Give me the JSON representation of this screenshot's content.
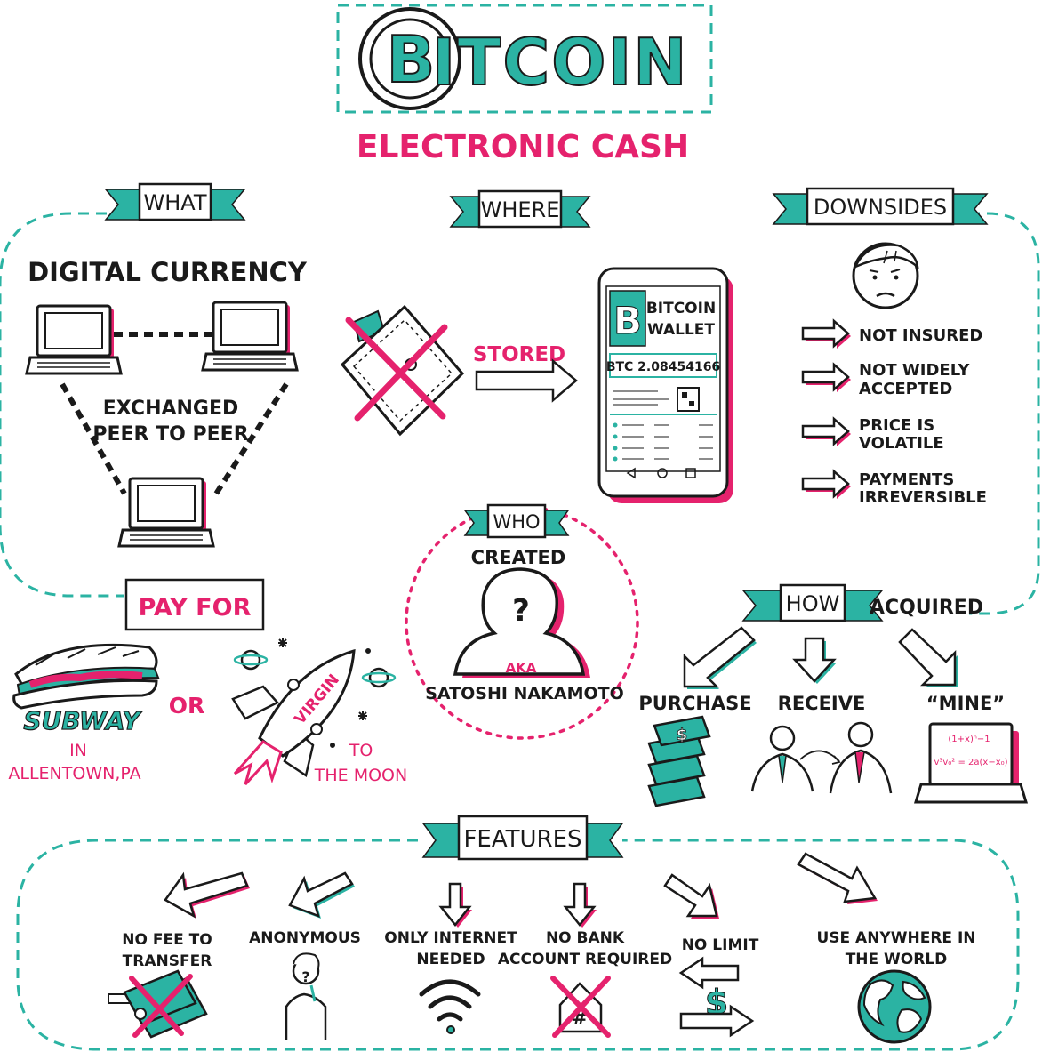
{
  "colors": {
    "teal": "#2bb3a3",
    "pink": "#e5226d",
    "ink": "#1a1a1a"
  },
  "title": {
    "logo_letter": "B",
    "word": "ITCOIN",
    "subtitle": "ELECTRONIC CASH"
  },
  "banners": {
    "what": "WHAT",
    "where": "WHERE",
    "downsides": "DOWNSIDES",
    "who": "WHO",
    "how": "HOW",
    "features": "FEATURES"
  },
  "what": {
    "heading": "DIGITAL CURRENCY",
    "exchanged_line1": "EXCHANGED",
    "exchanged_line2": "PEER TO PEER"
  },
  "where": {
    "stored": "STORED",
    "wallet_logo": "B",
    "wallet_title_line1": "BITCOIN",
    "wallet_title_line2": "WALLET",
    "balance": "BTC 2.08454166"
  },
  "downsides": {
    "items": [
      {
        "line1": "NOT INSURED",
        "line2": ""
      },
      {
        "line1": "NOT WIDELY",
        "line2": "ACCEPTED"
      },
      {
        "line1": "PRICE IS",
        "line2": "VOLATILE"
      },
      {
        "line1": "PAYMENTS",
        "line2": "IRREVERSIBLE"
      }
    ]
  },
  "who": {
    "created": "CREATED",
    "aka": "AKA",
    "name": "SATOSHI NAKAMOTO"
  },
  "payfor": {
    "label": "PAY FOR",
    "subway": "SUBWAY",
    "in_line1": "IN",
    "in_line2": "ALLENTOWN,PA",
    "or": "OR",
    "virgin": "VIRGIN",
    "moon_line1": "TO",
    "moon_line2": "THE MOON"
  },
  "how": {
    "acquired": "ACQUIRED",
    "purchase": "PURCHASE",
    "receive": "RECEIVE",
    "mine": "“MINE”",
    "formula_line1": "(1+x)ⁿ−1",
    "formula_line2": "v³v₀² = 2a(x−x₀)"
  },
  "features": {
    "items": [
      {
        "line1": "NO FEE TO",
        "line2": "TRANSFER",
        "icon": "crossed-money-icon"
      },
      {
        "line1": "ANONYMOUS",
        "line2": "",
        "icon": "anonymous-person-icon"
      },
      {
        "line1": "ONLY INTERNET",
        "line2": "NEEDED",
        "icon": "wifi-icon"
      },
      {
        "line1": "NO BANK",
        "line2": "ACCOUNT REQUIRED",
        "icon": "crossed-bank-icon"
      },
      {
        "line1": "NO LIMIT",
        "line2": "",
        "icon": "dollar-arrows-icon"
      },
      {
        "line1": "USE ANYWHERE IN",
        "line2": "THE WORLD",
        "icon": "globe-icon"
      }
    ]
  }
}
